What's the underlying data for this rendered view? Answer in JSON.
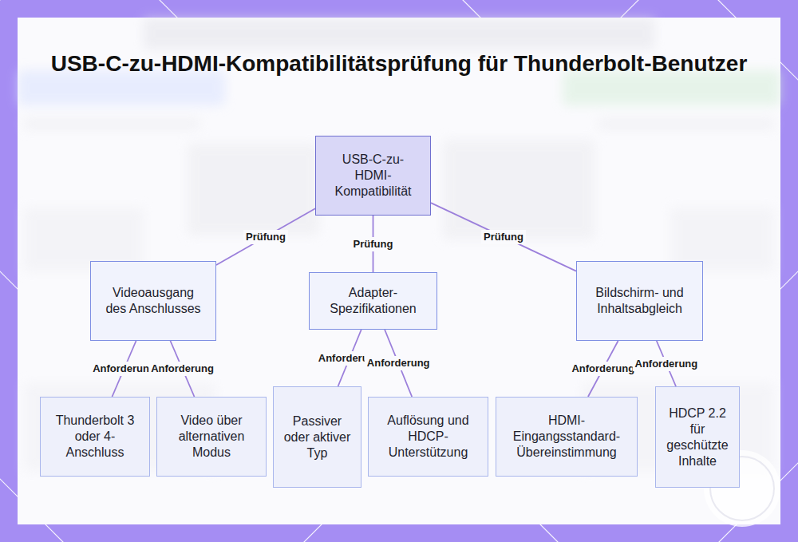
{
  "diagram": {
    "title": "USB-C-zu-HDMI-Kompatibilitätsprüfung für Thunderbolt-Benutzer",
    "nodes": [
      {
        "text": [
          "USB-C-zu-HDMI-Kompatibilität"
        ]
      },
      {
        "text": [
          "Videoausgang des Anschlusses"
        ]
      },
      {
        "text": [
          "Adapter-Spezifikationen"
        ]
      },
      {
        "text": [
          "Bildschirm- und Inhaltsabgleich"
        ]
      },
      {
        "text": [
          "Thunderbolt 3 oder 4-Anschluss"
        ]
      },
      {
        "text": [
          "Video über alternativen Modus"
        ]
      },
      {
        "text": [
          "Passiver oder aktiver Typ"
        ]
      },
      {
        "text": [
          "Auflösung und HDCP-Unterstützung"
        ]
      },
      {
        "text": [
          "HDMI-Eingangsstandard-Übereinstimmung"
        ]
      },
      {
        "text": [
          "HDCP 2.2 für geschützte Inhalte"
        ]
      }
    ],
    "edges": [
      {
        "from": 0,
        "to": 1,
        "label": "Prüfung",
        "arrow": "none"
      },
      {
        "from": 0,
        "to": 2,
        "label": "Prüfung",
        "arrow": "none"
      },
      {
        "from": 0,
        "to": 3,
        "label": "Prüfung",
        "arrow": "none"
      },
      {
        "from": 1,
        "to": 4,
        "label": "Anforderung",
        "arrow": "none"
      },
      {
        "from": 1,
        "to": 5,
        "label": "Anforderung",
        "arrow": "none"
      },
      {
        "from": 2,
        "to": 6,
        "label": "Anforderung",
        "arrow": "none"
      },
      {
        "from": 2,
        "to": 7,
        "label": "Anforderung",
        "arrow": "none"
      },
      {
        "from": 3,
        "to": 8,
        "label": "Anforderung",
        "arrow": "none"
      },
      {
        "from": 3,
        "to": 9,
        "label": "Anforderung",
        "arrow": "none"
      }
    ]
  }
}
